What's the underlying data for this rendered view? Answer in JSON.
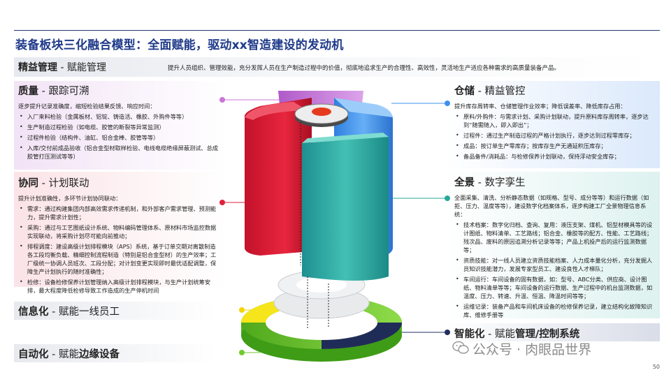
{
  "title": "装备板块三化融合模型：全面赋能，驱动xx智造建设的发动机",
  "band": {
    "head_bold": "精益管理",
    "head_thin": " - 赋能管理",
    "text": "提升人员组织、管理效能，充分发挥人员在生产制造过程中的价值，彻底地追求生产的合理性、高效性，灵活地生产适应各种需求的高质量装备产品。"
  },
  "quality": {
    "head_bold": "质量",
    "head_thin": " - 跟踪可溯",
    "intro": "逐步提升记录准确度，缩短检验结果反馈、响应时间：",
    "items": [
      "入厂来料检验（金属板材、铝锭、铸造活、橡胶、外购件等等）",
      "生产制造过程检验（如电缆、胶管的断裂等异常监测）",
      "过程件检验（结构件、油缸、铝合金棒、胶管等等）",
      "入库/交付前成品验收（铝合金型材取样检验、电线电缆绝缘屏蔽测试、总成胶管打压测试等等）"
    ]
  },
  "cooperation": {
    "head_bold": "协同",
    "head_thin": " - 计划联动",
    "intro": "提升计划准确性，多环节计划协同联动：",
    "items": [
      "需求：通过构建集团内部高效需求传递机制，和外部客户需求管理、预测能力，提升需求计划性；",
      "采购：通过与工艺图纸设计系统、物料编码管理体系、原材料市场监控数据实现联动，将采购计划尽可能向前推动；",
      "排程调度：建设高级计划排程模块（APS）系统，基于订单交期对离散制造各工段均衡负载、精细控制流程制造（特别是铝合金型材）的生产效率；工厂级统一协调人员班次、工段分配；对计划变更实现即时最优适配调整，保障生产计划执行的随时准确性；",
      "检修：设备检修保养计划管理纳入高级计划排程模块，与生产计划统筹安排，最大程度降低检修导致工作造成的生产停机时间"
    ]
  },
  "info": {
    "head_bold": "信息化",
    "head_thin": " - 赋能一线员工"
  },
  "auto": {
    "head_bold": "自动化",
    "head_thin": " - 赋能",
    "head_bold2": "边缘设备"
  },
  "storage": {
    "head_bold": "仓储",
    "head_thin": " - 精益管控",
    "intro": "提升库存周转率、仓储管理作业效率；降低误差率、降低库存占用：",
    "items": [
      "原料/外购件：与需求计划、采购计划联动，提升原料库存周转率，逐步达到“随需随入，即入即出”；",
      "过程件：通过生产制造过程的严格计划执行，逐步达到过程零库存；",
      "成品：按订单生产零库存；按库存生产无通延积压库存；",
      "备品备件/消耗品：与检修保养计划联动，保持浮动安全库存；"
    ]
  },
  "panorama": {
    "head_bold": "全景",
    "head_thin": " - 数字孪生",
    "intro": "全面采集、清洗、分析静态数据（如规格、型号、成分等等）和运行数据（如拒、压力、温度等等），建设数字化档案体系，逐步构建工厂全景物理信息系统：",
    "items": [
      "技术档案：数字化归档、查询、复用：液压支架、煤机、铝型材模具等的设计图纸、物料清单、工艺路线；铝合金、橡胶等的配方、性能、工艺路线；残次品、废料的原因追溯分析记录等等；产品上机投产后的运行监测数据等；",
      "资质技能：对一线人员建立资质技能档案、人力成本量化分析，充分发掘人员知识技能潜力，发展专家型员工、建设良性人才梯队；",
      "车间运行：车间设备的固有数据，如：型号、ABC分类、供应商、设计图纸、物料清单等等；车间设备的运行数据、生产过程中的机台监测数据，如温度、压力、转速、升温、恒温、降温时间等等；",
      "运维记录：装备产品和车间机床设备的检修保养记录，建立结构化故障知识库、维修手册等"
    ]
  },
  "smart": {
    "head_bold": "智能化",
    "head_thin": " - 赋能",
    "head_bold2": "管理/控制系统"
  },
  "watermark": "公众号 · 肉眼品世界",
  "page_number": "50",
  "colors": {
    "title": "#1f3a8a",
    "quality": "#cc74d8",
    "cooperation": "#e0223a",
    "storage": "#3f90ee",
    "panorama": "#2aa79b",
    "info": "#f5d300",
    "auto": "#6fcb2e",
    "smart": "#1f2f60"
  },
  "icons": [
    "center-logo-icon",
    "wechat-icon"
  ]
}
